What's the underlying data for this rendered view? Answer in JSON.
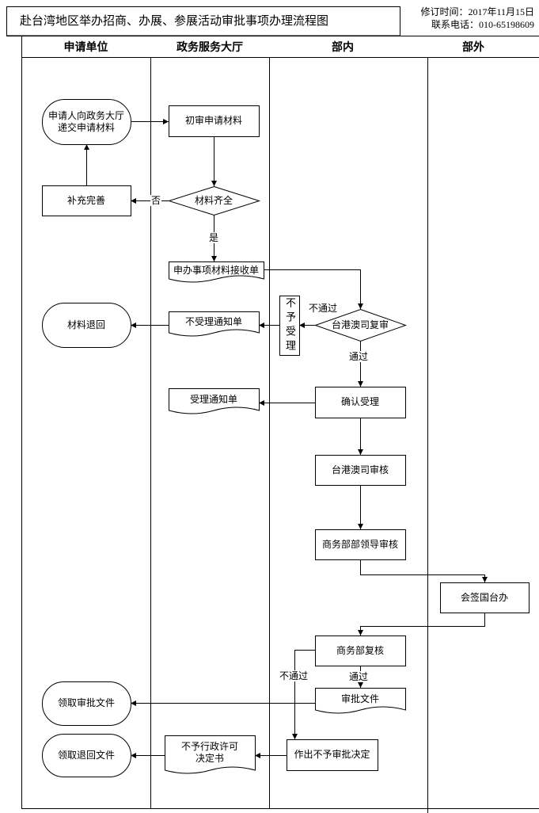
{
  "title": "赴台湾地区举办招商、办展、参展活动审批事项办理流程图",
  "revision": "修订时间：2017年11月15日",
  "contact": "联系电话：010-65198609",
  "lanes": [
    "申请单位",
    "政务服务大厅",
    "部内",
    "部外"
  ],
  "nodes": {
    "submit": [
      "申请人向政务大厅",
      "递交申请材料"
    ],
    "initial_review": "初审申请材料",
    "complete_check": "材料齐全",
    "supplement": "补充完善",
    "receipt": "申办事项材料接收单",
    "taiwan_recheck": "台港澳司复审",
    "reject": "不予受理",
    "rejection_notice": "不受理通知单",
    "return_materials": "材料退回",
    "acceptance_notice": "受理通知单",
    "confirm": "确认受理",
    "taiwan_review": "台港澳司审核",
    "leader_review": "商务部部领导审核",
    "cosign": "会签国台办",
    "ministry_recheck": "商务部复核",
    "approval_doc": "审批文件",
    "collect_approval": "领取审批文件",
    "disapproval_decision": "作出不予审批决定",
    "disapproval_doc": [
      "不予行政许可",
      "决定书"
    ],
    "collect_return": "领取退回文件"
  },
  "edge_labels": {
    "incomplete": "否",
    "complete": "是",
    "recheck_fail": "不通过",
    "recheck_pass": "通过",
    "final_pass": "通过",
    "final_fail": "不通过"
  },
  "colors": {
    "line": "#000000",
    "background": "#ffffff"
  }
}
